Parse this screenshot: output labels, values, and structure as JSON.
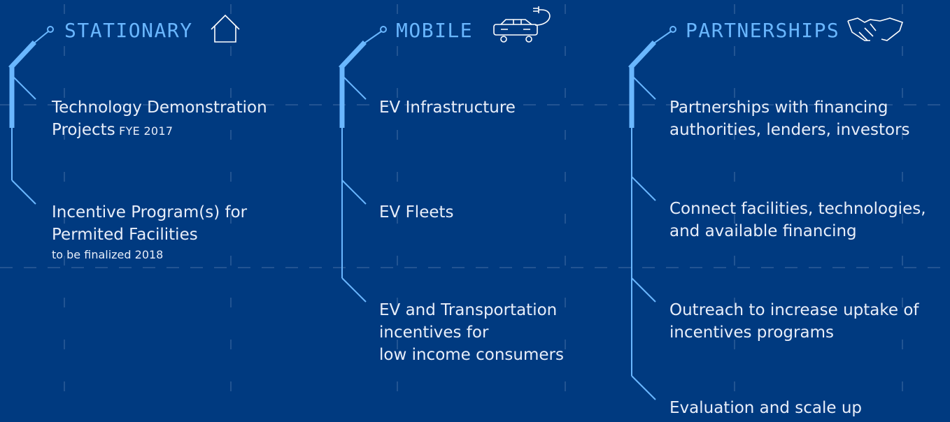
{
  "colors": {
    "background": "#003a80",
    "accent": "#6ab7ff",
    "text": "#e8eef9",
    "grid": "#7e97c4"
  },
  "columns": [
    {
      "title": "STATIONARY",
      "icon": "house-icon",
      "items": [
        {
          "lines": [
            "Technology Demonstration",
            "Projects"
          ],
          "suffix": "FYE 2017",
          "note": ""
        },
        {
          "lines": [
            "Incentive Program(s) for",
            "Permited Facilities"
          ],
          "suffix": "",
          "note": "to be finalized 2018"
        }
      ]
    },
    {
      "title": "MOBILE",
      "icon": "electric-car-icon",
      "items": [
        {
          "lines": [
            "EV Infrastructure"
          ],
          "suffix": "",
          "note": ""
        },
        {
          "lines": [
            "EV Fleets"
          ],
          "suffix": "",
          "note": ""
        },
        {
          "lines": [
            "EV and Transportation",
            "incentives for",
            "low income consumers"
          ],
          "suffix": "",
          "note": ""
        }
      ]
    },
    {
      "title": "PARTNERSHIPS",
      "icon": "handshake-icon",
      "items": [
        {
          "lines": [
            "Partnerships with financing",
            "authorities, lenders, investors"
          ],
          "suffix": "",
          "note": ""
        },
        {
          "lines": [
            "Connect facilities, technologies,",
            "and available financing"
          ],
          "suffix": "",
          "note": ""
        },
        {
          "lines": [
            "Outreach to increase uptake of",
            "incentives programs"
          ],
          "suffix": "",
          "note": ""
        },
        {
          "lines": [
            "Evaluation and scale up"
          ],
          "suffix": "",
          "note": ""
        }
      ]
    }
  ]
}
